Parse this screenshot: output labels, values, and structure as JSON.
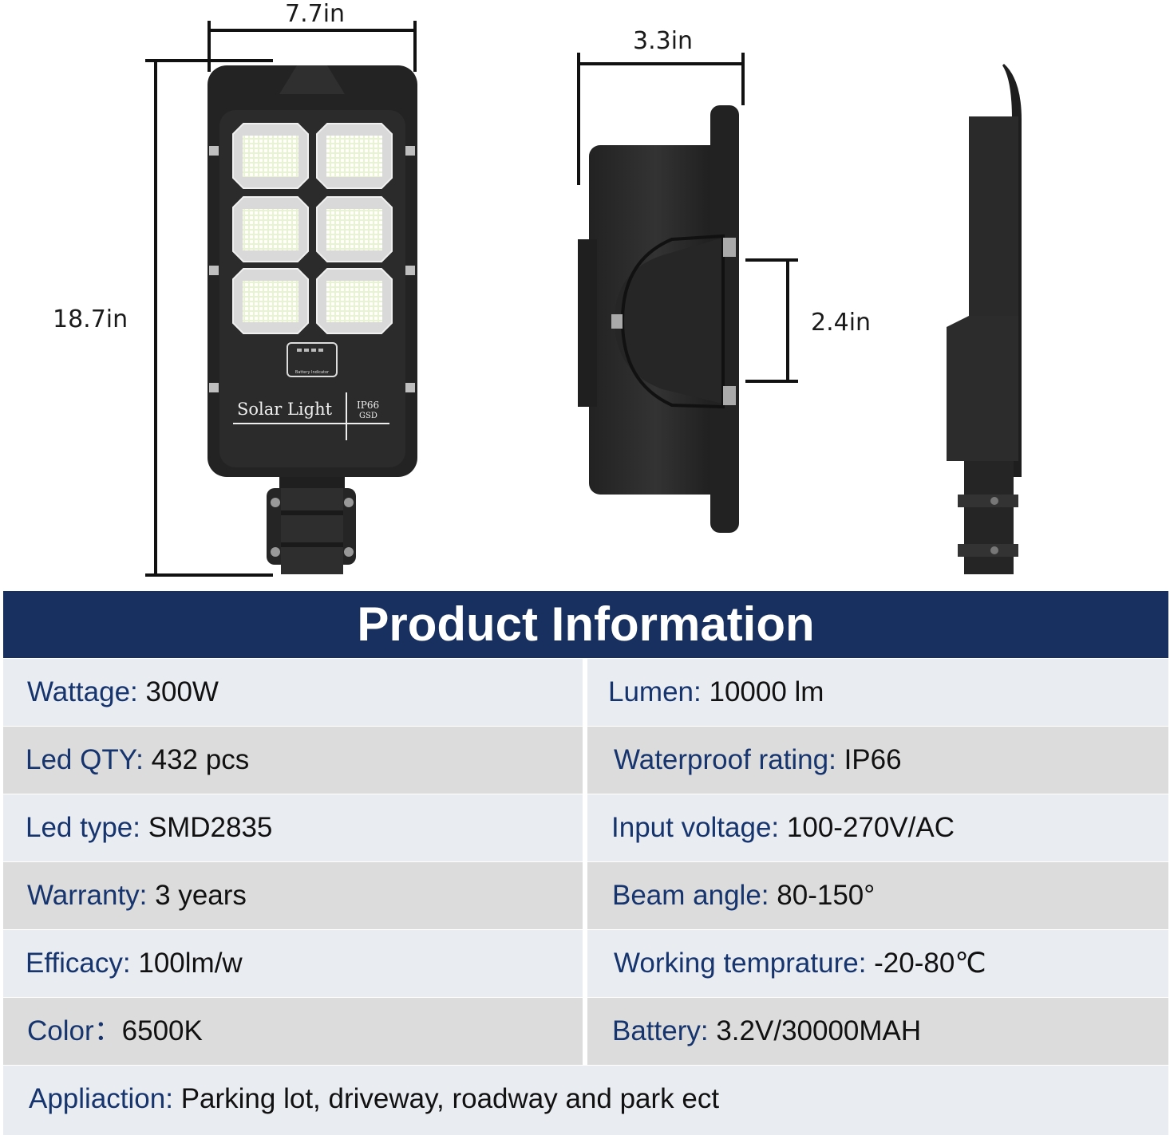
{
  "dimensions": {
    "width": "7.7in",
    "height": "18.7in",
    "depth": "3.3in",
    "mount": "2.4in"
  },
  "lamp": {
    "label": "Solar Light",
    "rating": "IP66",
    "brand": "GSD",
    "indicator_label": "Battery Indicator"
  },
  "title": "Product Information",
  "specs": [
    {
      "left_key": "Wattage:",
      "left_value": "300W",
      "right_key": "Lumen:",
      "right_value": "10000 lm"
    },
    {
      "left_key": "Led QTY:",
      "left_value": "432 pcs",
      "right_key": "Waterproof rating:",
      "right_value": "IP66"
    },
    {
      "left_key": "Led type:",
      "left_value": "SMD2835",
      "right_key": "Input voltage:",
      "right_value": "100-270V/AC"
    },
    {
      "left_key": "Warranty:",
      "left_value": "3 years",
      "right_key": "Beam angle:",
      "right_value": "80-150°"
    },
    {
      "left_key": "Efficacy:",
      "left_value": "100lm/w",
      "right_key": "Working temprature:",
      "right_value": "-20-80℃"
    },
    {
      "left_key": "Color：",
      "left_value": "6500K",
      "right_key": "Battery:",
      "right_value": "3.2V/30000MAH"
    }
  ],
  "application": {
    "key": "Appliaction:",
    "value": "Parking lot, driveway, roadway and park ect"
  },
  "colors": {
    "header": "#17305f",
    "key_text": "#16346d",
    "row_light": "#e9ecf1",
    "row_dark": "#dcdcdc"
  }
}
